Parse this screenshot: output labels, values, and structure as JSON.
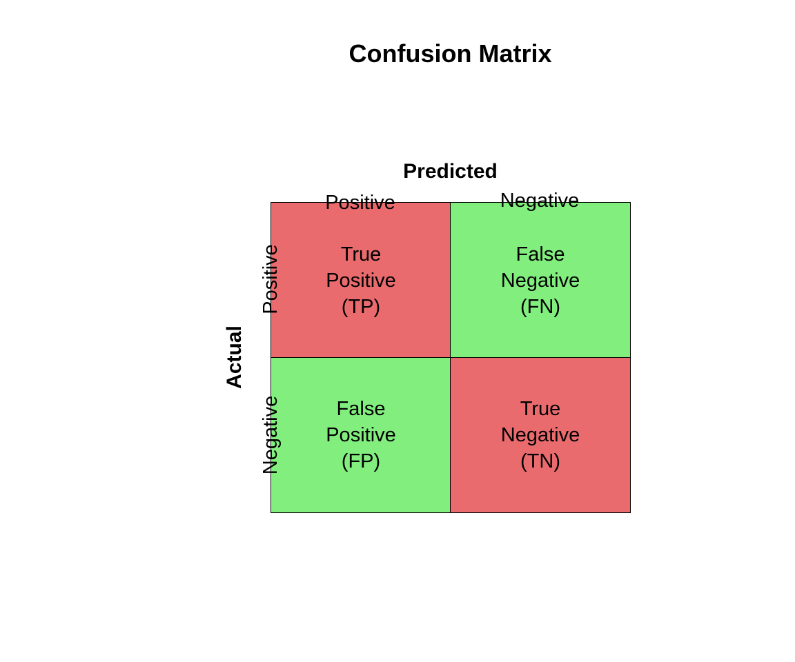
{
  "title": "Confusion Matrix",
  "predicted_label": "Predicted",
  "actual_label": "Actual",
  "columns": [
    "Positive",
    "Negative"
  ],
  "rows": [
    "Positive",
    "Negative"
  ],
  "colors": {
    "correct": "#ea6b6e",
    "incorrect": "#82ee7e",
    "border": "#000000"
  },
  "cells": [
    {
      "lines": [
        "True",
        "Positive",
        "(TP)"
      ],
      "color": "#ea6b6e"
    },
    {
      "lines": [
        "False",
        "Negative",
        "(FN)"
      ],
      "color": "#82ee7e"
    },
    {
      "lines": [
        "False",
        "Positive",
        "(FP)"
      ],
      "color": "#82ee7e"
    },
    {
      "lines": [
        "True",
        "Negative",
        "(TN)"
      ],
      "color": "#ea6b6e"
    }
  ]
}
